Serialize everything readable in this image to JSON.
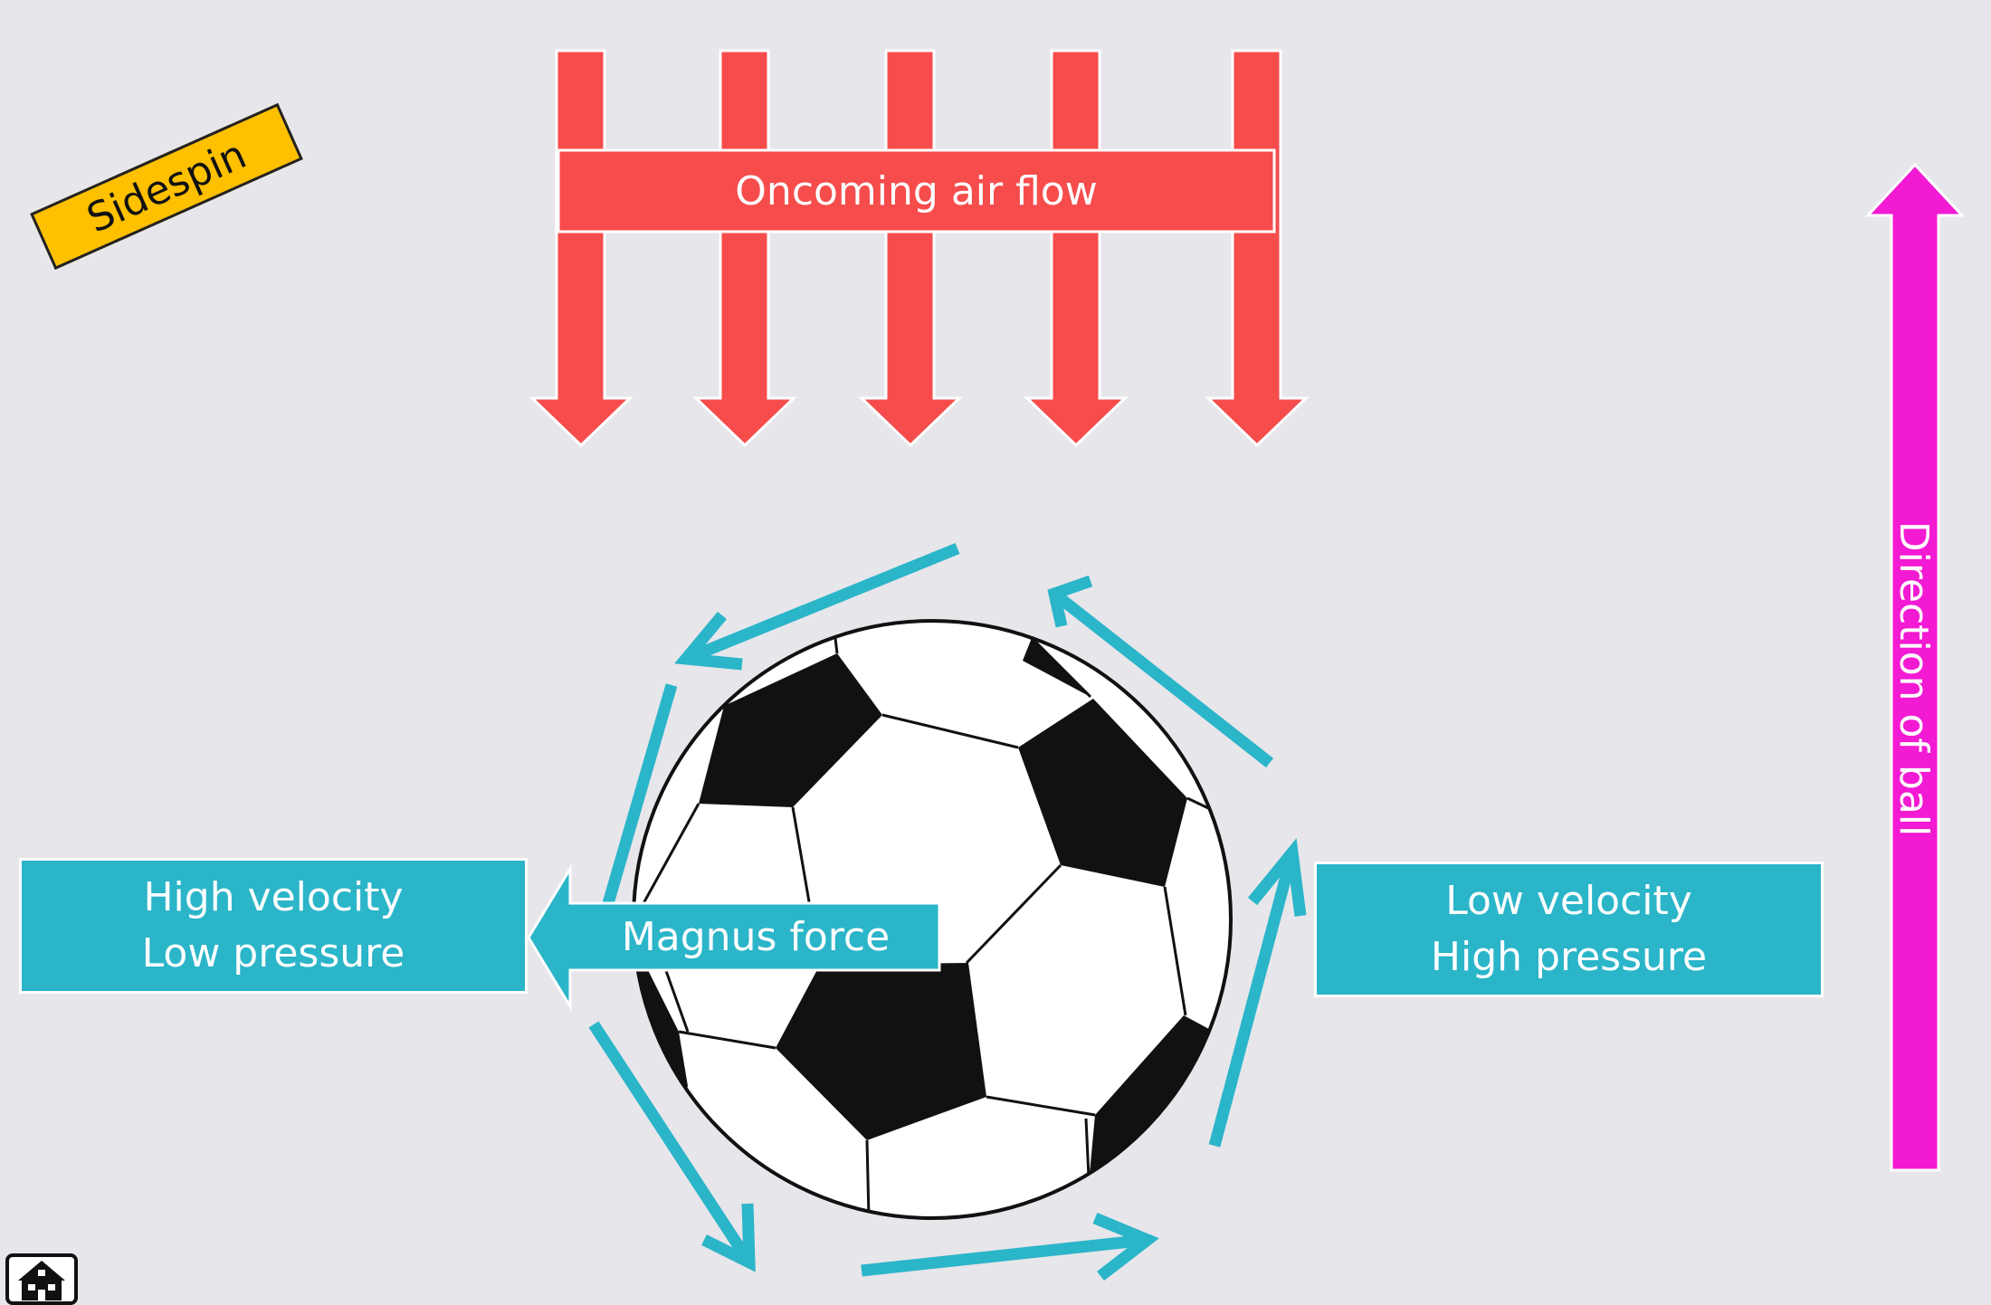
{
  "labels": {
    "sidespin": "Sidespin",
    "airflow": "Oncoming air flow",
    "high_line1": "High velocity",
    "high_line2": "Low pressure",
    "low_line1": "Low velocity",
    "low_line2": "High pressure",
    "magnus": "Magnus force",
    "direction": "Direction of ball"
  },
  "colors": {
    "background": "#e7e6eb",
    "airflow_red": "#f64c4c",
    "teal": "#2bb5c9",
    "magenta": "#f31ad3",
    "sidespin_yellow": "#ffc000"
  },
  "icons": {
    "logo": "house-logo-icon",
    "ball": "soccer-ball-icon"
  }
}
